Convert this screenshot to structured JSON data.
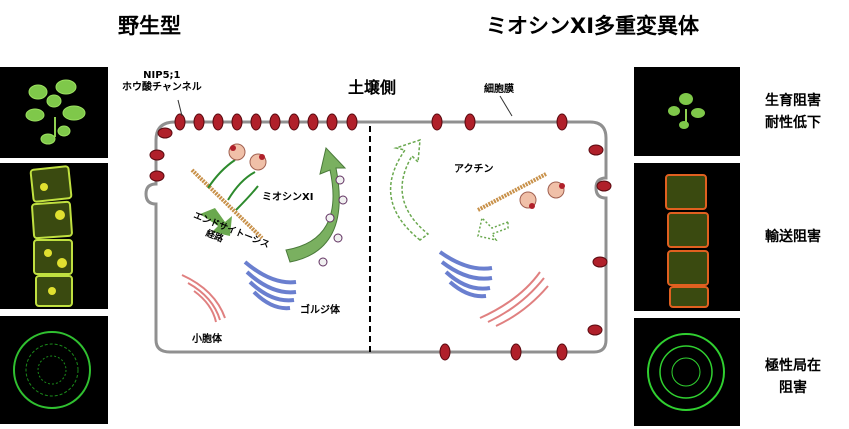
{
  "titles": {
    "wild_type": "野生型",
    "mutant": "ミオシンXI多重変異体"
  },
  "cell": {
    "soil_side": "土壌側",
    "channel_label_line1": "NIP5;1",
    "channel_label_line2": "ホウ酸チャンネル",
    "cell_membrane": "細胞膜",
    "myosin": "ミオシンXI",
    "endocytosis_line1": "エンドサイトーシス",
    "endocytosis_line2": "経路",
    "golgi": "ゴルジ体",
    "vesicle": "小胞体",
    "actin": "アクチン"
  },
  "phenotypes": {
    "growth_line1": "生育阻害",
    "growth_line2": "耐性低下",
    "transport": "輸送阻害",
    "polarity_line1": "極性局在",
    "polarity_line2": "阻害"
  },
  "colors": {
    "channel": "#b0202a",
    "membrane": "#888888",
    "actin": "#c8914a",
    "golgi": "#6a7fcf",
    "er": "#e08080",
    "arrow_green": "#5a9a4a"
  }
}
